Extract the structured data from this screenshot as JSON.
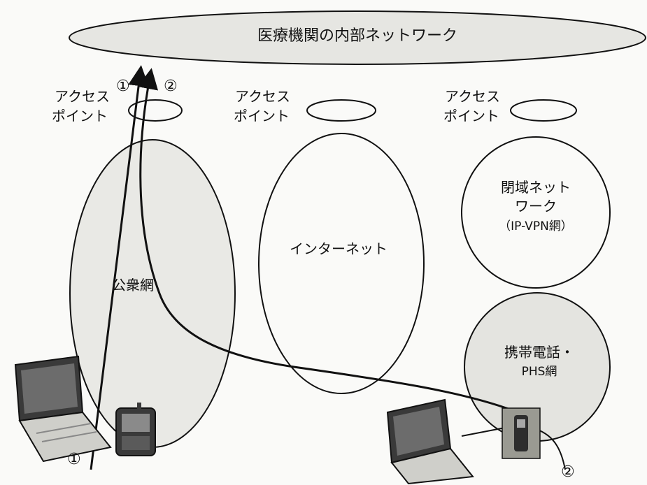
{
  "internal_network": {
    "label": "医療機関の内部ネットワーク"
  },
  "access_points": [
    {
      "line1": "アクセス",
      "line2": "ポイント"
    },
    {
      "line1": "アクセス",
      "line2": "ポイント"
    },
    {
      "line1": "アクセス",
      "line2": "ポイント"
    }
  ],
  "networks": {
    "public": "公衆網",
    "internet": "インターネット",
    "closed_line1": "閉域ネット",
    "closed_line2": "ワーク",
    "closed_line3": "（IP-VPN網）",
    "mobile_line1": "携帯電話・",
    "mobile_line2": "PHS網"
  },
  "route_markers": {
    "route1_top": "①",
    "route2_top": "②",
    "route1_bottom": "①",
    "route2_bottom": "②"
  },
  "colors": {
    "stroke": "#111111",
    "cloud_fill": "#e6e6e2",
    "public_fill": "#e9e9e5",
    "mobile_fill": "#e4e4e0",
    "device_dark": "#3a3a3a",
    "screen": "#6c6c6c"
  }
}
